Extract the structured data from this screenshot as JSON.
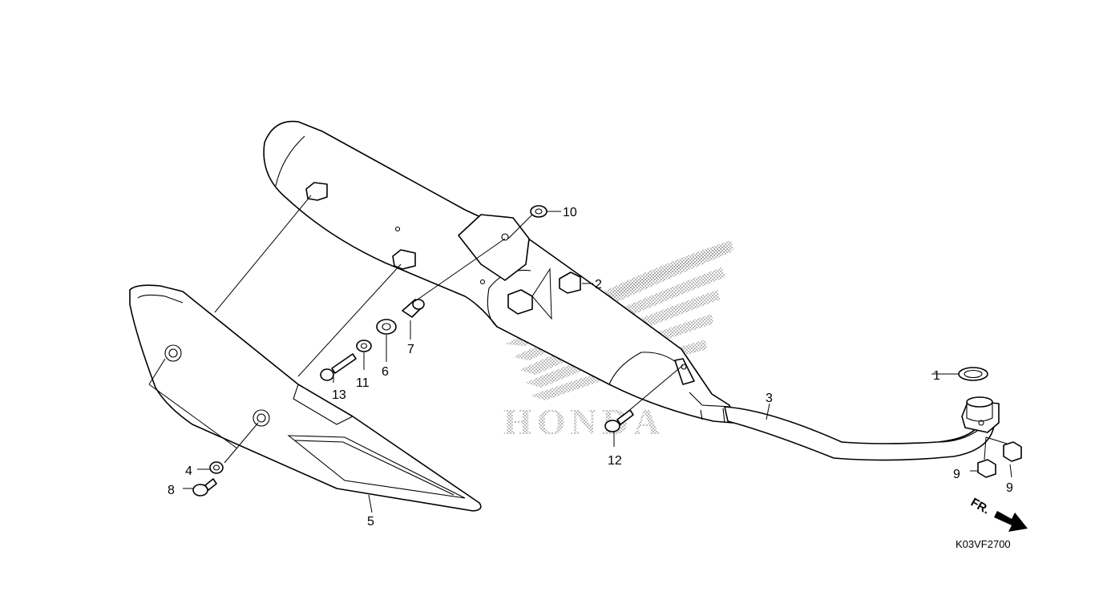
{
  "diagram": {
    "callouts": [
      {
        "id": "1",
        "label": "1"
      },
      {
        "id": "2",
        "label": "2"
      },
      {
        "id": "3",
        "label": "3"
      },
      {
        "id": "4",
        "label": "4"
      },
      {
        "id": "5",
        "label": "5"
      },
      {
        "id": "6",
        "label": "6"
      },
      {
        "id": "7",
        "label": "7"
      },
      {
        "id": "8",
        "label": "8"
      },
      {
        "id": "9a",
        "label": "9"
      },
      {
        "id": "9b",
        "label": "9"
      },
      {
        "id": "10",
        "label": "10"
      },
      {
        "id": "11",
        "label": "11"
      },
      {
        "id": "12",
        "label": "12"
      },
      {
        "id": "13",
        "label": "13"
      }
    ],
    "direction_label": "FR.",
    "diagram_code": "K03VF2700",
    "watermark_text": "HONDA",
    "colors": {
      "line": "#000000",
      "background": "#ffffff",
      "watermark": "#9a9a9a"
    }
  }
}
